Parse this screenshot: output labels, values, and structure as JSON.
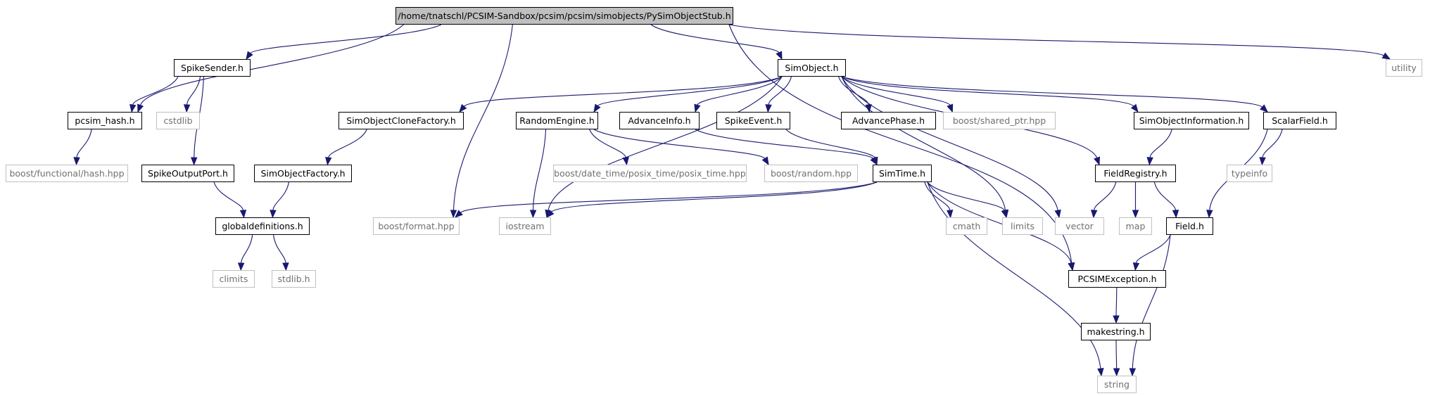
{
  "nodes": [
    {
      "id": "root",
      "label": "/home/tnatschl/PCSIM-Sandbox/pcsim/pcsim/simobjects/PySimObjectStub.h",
      "kind": "root"
    },
    {
      "id": "spikesender",
      "label": "SpikeSender.h",
      "kind": "local"
    },
    {
      "id": "simobject",
      "label": "SimObject.h",
      "kind": "local"
    },
    {
      "id": "utility",
      "label": "utility",
      "kind": "sys"
    },
    {
      "id": "pcsimhash",
      "label": "pcsim_hash.h",
      "kind": "local"
    },
    {
      "id": "cstdlib",
      "label": "cstdlib",
      "kind": "sys"
    },
    {
      "id": "cloneFactory",
      "label": "SimObjectCloneFactory.h",
      "kind": "local"
    },
    {
      "id": "randomengine",
      "label": "RandomEngine.h",
      "kind": "local"
    },
    {
      "id": "advanceinfo",
      "label": "AdvanceInfo.h",
      "kind": "local"
    },
    {
      "id": "spikeevent",
      "label": "SpikeEvent.h",
      "kind": "local"
    },
    {
      "id": "advancephase",
      "label": "AdvancePhase.h",
      "kind": "local"
    },
    {
      "id": "sharedptr",
      "label": "boost/shared_ptr.hpp",
      "kind": "sys"
    },
    {
      "id": "simobjinfo",
      "label": "SimObjectInformation.h",
      "kind": "local"
    },
    {
      "id": "scalarfield",
      "label": "ScalarField.h",
      "kind": "local"
    },
    {
      "id": "functionalhash",
      "label": "boost/functional/hash.hpp",
      "kind": "sys"
    },
    {
      "id": "spikeoutport",
      "label": "SpikeOutputPort.h",
      "kind": "local"
    },
    {
      "id": "simobjfactory",
      "label": "SimObjectFactory.h",
      "kind": "local"
    },
    {
      "id": "posixtime",
      "label": "boost/date_time/posix_time/posix_time.hpp",
      "kind": "sys"
    },
    {
      "id": "boostrandom",
      "label": "boost/random.hpp",
      "kind": "sys"
    },
    {
      "id": "simtime",
      "label": "SimTime.h",
      "kind": "local"
    },
    {
      "id": "fieldregistry",
      "label": "FieldRegistry.h",
      "kind": "local"
    },
    {
      "id": "typeinfo",
      "label": "typeinfo",
      "kind": "sys"
    },
    {
      "id": "globaldefs",
      "label": "globaldefinitions.h",
      "kind": "local"
    },
    {
      "id": "boostformat",
      "label": "boost/format.hpp",
      "kind": "sys"
    },
    {
      "id": "iostream",
      "label": "iostream",
      "kind": "sys"
    },
    {
      "id": "cmath",
      "label": "cmath",
      "kind": "sys"
    },
    {
      "id": "limits",
      "label": "limits",
      "kind": "sys"
    },
    {
      "id": "vector",
      "label": "vector",
      "kind": "sys"
    },
    {
      "id": "map",
      "label": "map",
      "kind": "sys"
    },
    {
      "id": "field",
      "label": "Field.h",
      "kind": "local"
    },
    {
      "id": "climits",
      "label": "climits",
      "kind": "sys"
    },
    {
      "id": "stdlib",
      "label": "stdlib.h",
      "kind": "sys"
    },
    {
      "id": "pcsimexception",
      "label": "PCSIMException.h",
      "kind": "local"
    },
    {
      "id": "makestring",
      "label": "makestring.h",
      "kind": "local"
    },
    {
      "id": "string",
      "label": "string",
      "kind": "sys"
    }
  ],
  "edges": [
    [
      "root",
      "pcsimhash"
    ],
    [
      "root",
      "spikesender"
    ],
    [
      "root",
      "boostformat"
    ],
    [
      "root",
      "simobject"
    ],
    [
      "root",
      "utility"
    ],
    [
      "root",
      "pcsimexception"
    ],
    [
      "spikesender",
      "pcsimhash"
    ],
    [
      "spikesender",
      "cstdlib"
    ],
    [
      "spikesender",
      "spikeoutport"
    ],
    [
      "pcsimhash",
      "functionalhash"
    ],
    [
      "simobject",
      "cloneFactory"
    ],
    [
      "simobject",
      "randomengine"
    ],
    [
      "simobject",
      "advanceinfo"
    ],
    [
      "simobject",
      "spikeevent"
    ],
    [
      "simobject",
      "advancephase"
    ],
    [
      "simobject",
      "sharedptr"
    ],
    [
      "simobject",
      "simobjinfo"
    ],
    [
      "simobject",
      "scalarfield"
    ],
    [
      "simobject",
      "iostream"
    ],
    [
      "simobject",
      "limits"
    ],
    [
      "simobject",
      "vector"
    ],
    [
      "simobject",
      "fieldregistry"
    ],
    [
      "cloneFactory",
      "simobjfactory"
    ],
    [
      "randomengine",
      "iostream"
    ],
    [
      "randomengine",
      "posixtime"
    ],
    [
      "randomengine",
      "boostrandom"
    ],
    [
      "advanceinfo",
      "simtime"
    ],
    [
      "spikeevent",
      "simtime"
    ],
    [
      "simobjinfo",
      "fieldregistry"
    ],
    [
      "scalarfield",
      "typeinfo"
    ],
    [
      "scalarfield",
      "field"
    ],
    [
      "spikeoutport",
      "globaldefs"
    ],
    [
      "simobjfactory",
      "globaldefs"
    ],
    [
      "globaldefs",
      "climits"
    ],
    [
      "globaldefs",
      "stdlib"
    ],
    [
      "simtime",
      "boostformat"
    ],
    [
      "simtime",
      "iostream"
    ],
    [
      "simtime",
      "cmath"
    ],
    [
      "simtime",
      "limits"
    ],
    [
      "simtime",
      "pcsimexception"
    ],
    [
      "simtime",
      "string"
    ],
    [
      "fieldregistry",
      "vector"
    ],
    [
      "fieldregistry",
      "map"
    ],
    [
      "fieldregistry",
      "field"
    ],
    [
      "field",
      "pcsimexception"
    ],
    [
      "field",
      "string"
    ],
    [
      "pcsimexception",
      "makestring"
    ],
    [
      "makestring",
      "string"
    ]
  ]
}
